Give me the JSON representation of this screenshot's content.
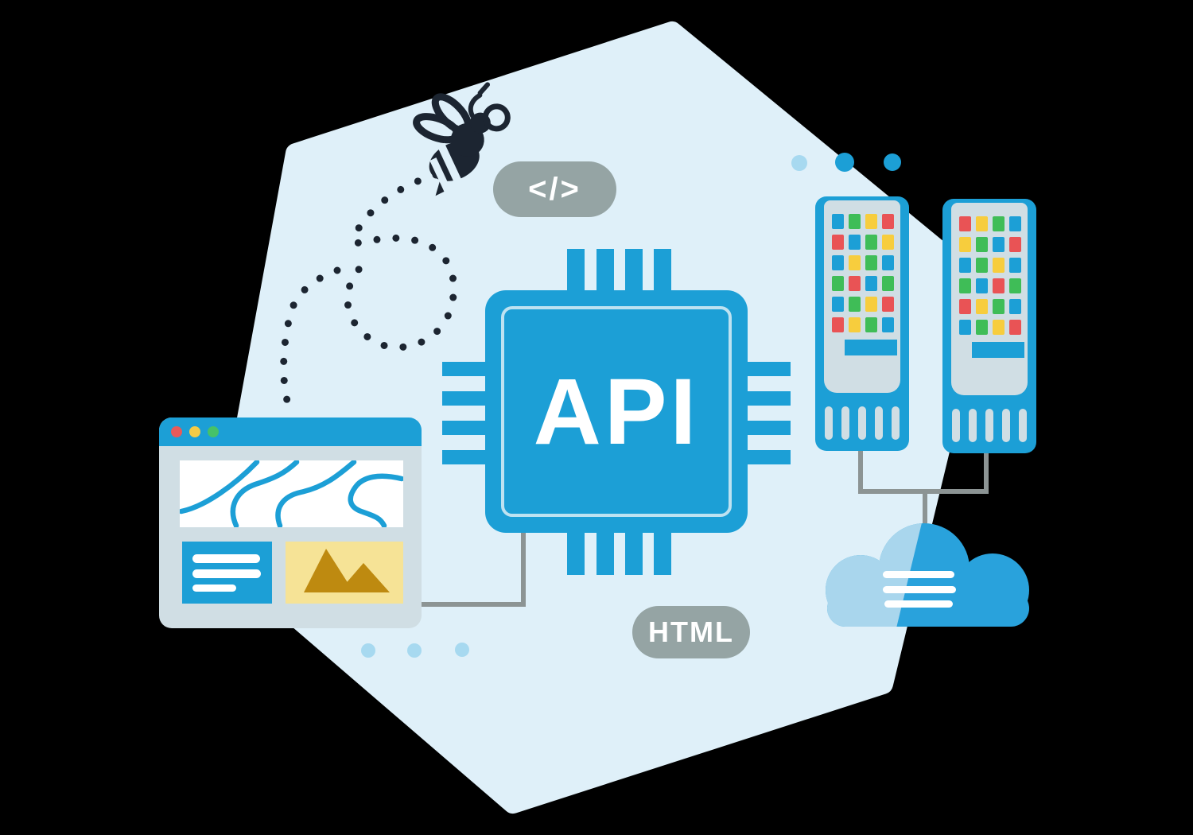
{
  "chip": {
    "label": "API"
  },
  "badges": {
    "code": "</>",
    "html": "HTML"
  },
  "colors": {
    "background": "#000000",
    "hexagon": "#DFF0F9",
    "brand_blue": "#1C9FD6",
    "panel_gray": "#D0DEE4",
    "badge_gray": "#95A4A4",
    "connector_gray": "#8C9494",
    "bee_dark": "#1C2531",
    "cloud_blue": "#29A2DC",
    "cloud_light": "#A9D6ED",
    "dot_light": "#A7D9F0",
    "traffic_red": "#E85A5A",
    "traffic_yellow": "#F6CB45",
    "traffic_green": "#46C268",
    "image_box_yellow": "#F6E396",
    "mountain_gold": "#BE8A10"
  },
  "led_palette": {
    "r": "#E95355",
    "g": "#3FBD57",
    "y": "#F7CD3D",
    "b": "#1C9FD6"
  },
  "servers": {
    "left": {
      "grid": [
        [
          "b",
          "g",
          "y",
          "r"
        ],
        [
          "r",
          "b",
          "g",
          "y"
        ],
        [
          "b",
          "y",
          "g",
          "b"
        ],
        [
          "g",
          "r",
          "b",
          "g"
        ],
        [
          "b",
          "g",
          "y",
          "r"
        ],
        [
          "r",
          "y",
          "g",
          "b"
        ]
      ]
    },
    "right": {
      "grid": [
        [
          "r",
          "y",
          "g",
          "b"
        ],
        [
          "y",
          "g",
          "b",
          "r"
        ],
        [
          "b",
          "g",
          "y",
          "b"
        ],
        [
          "g",
          "b",
          "r",
          "g"
        ],
        [
          "r",
          "y",
          "g",
          "b"
        ],
        [
          "b",
          "g",
          "y",
          "r"
        ]
      ]
    }
  }
}
